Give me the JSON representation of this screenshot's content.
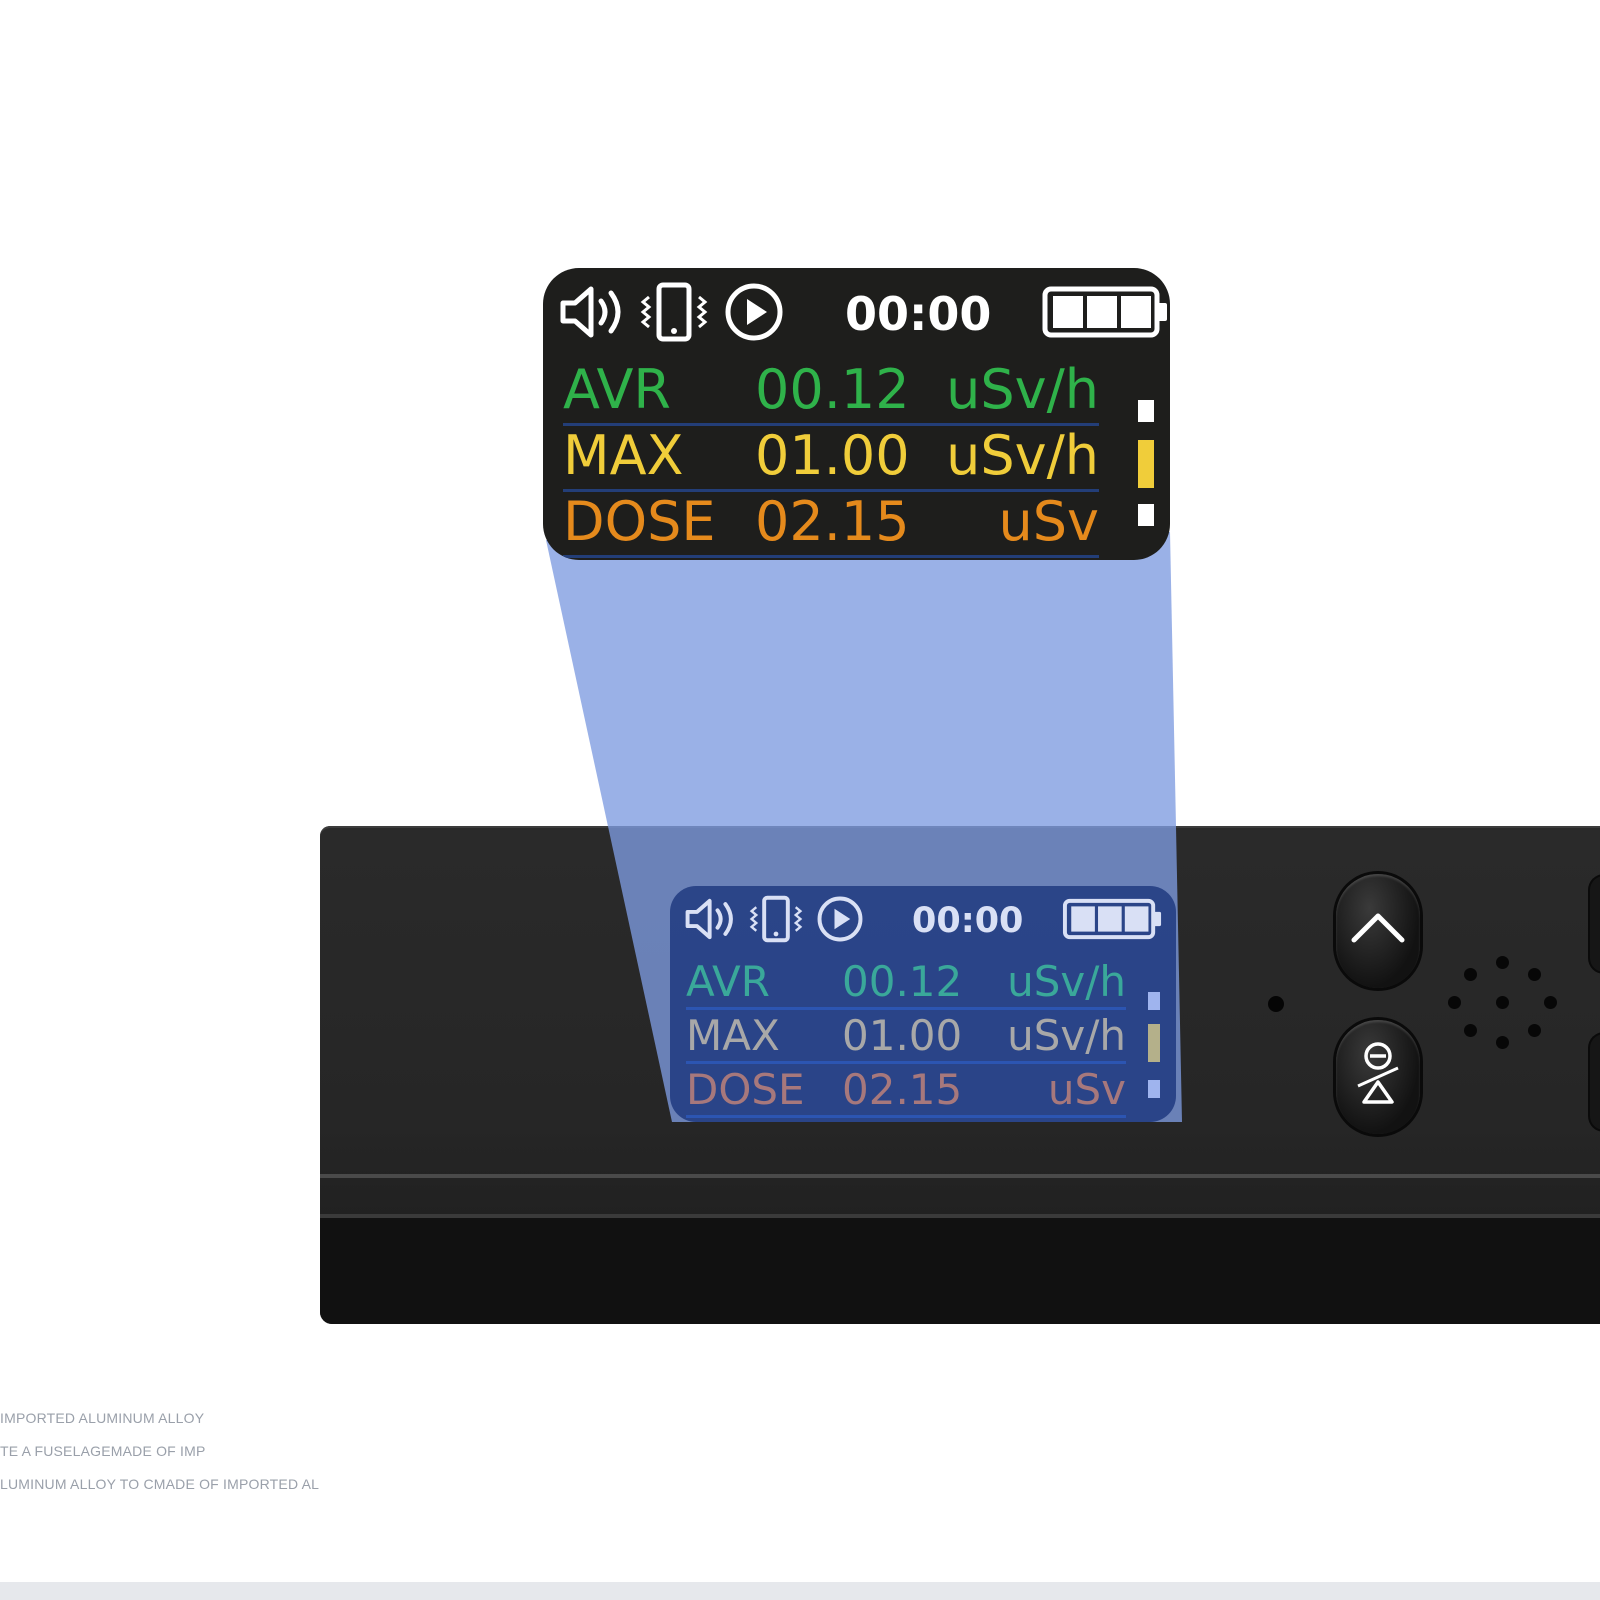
{
  "colors": {
    "avr": "#2fb24a",
    "max": "#f0cd3a",
    "dose": "#e58a1c",
    "avr_dim": "#3aa89a",
    "max_dim": "#a8a8a8",
    "dose_dim": "#a7787c",
    "beam": "#7d9be0",
    "level_low": "#ffffff",
    "level_mid": "#f0cd3a"
  },
  "display": {
    "icons": [
      "speaker-icon",
      "vibrate-phone-icon",
      "play-circle-icon",
      "battery-icon"
    ],
    "timer": "00:00",
    "battery_level": 1.0,
    "level_segments": [
      "white",
      "yellow",
      "white"
    ],
    "readings": [
      {
        "key": "avr",
        "label": "AVR",
        "value": "00.12",
        "unit": "uSv/h"
      },
      {
        "key": "max",
        "label": "MAX",
        "value": "01.00",
        "unit": "uSv/h"
      },
      {
        "key": "dose",
        "label": "DOSE",
        "value": "02.15",
        "unit": "uSv"
      }
    ]
  },
  "device": {
    "buttons": [
      {
        "name": "up-button",
        "icon": "chevron-up-icon"
      },
      {
        "name": "mode-button",
        "icon": "mode-triangle-icon"
      }
    ]
  },
  "caption_lines": [
    "IMPORTED ALUMINUM ALLOY",
    "TE A FUSELAGEMADE OF IMP",
    "LUMINUM ALLOY TO CMADE OF IMPORTED AL"
  ]
}
